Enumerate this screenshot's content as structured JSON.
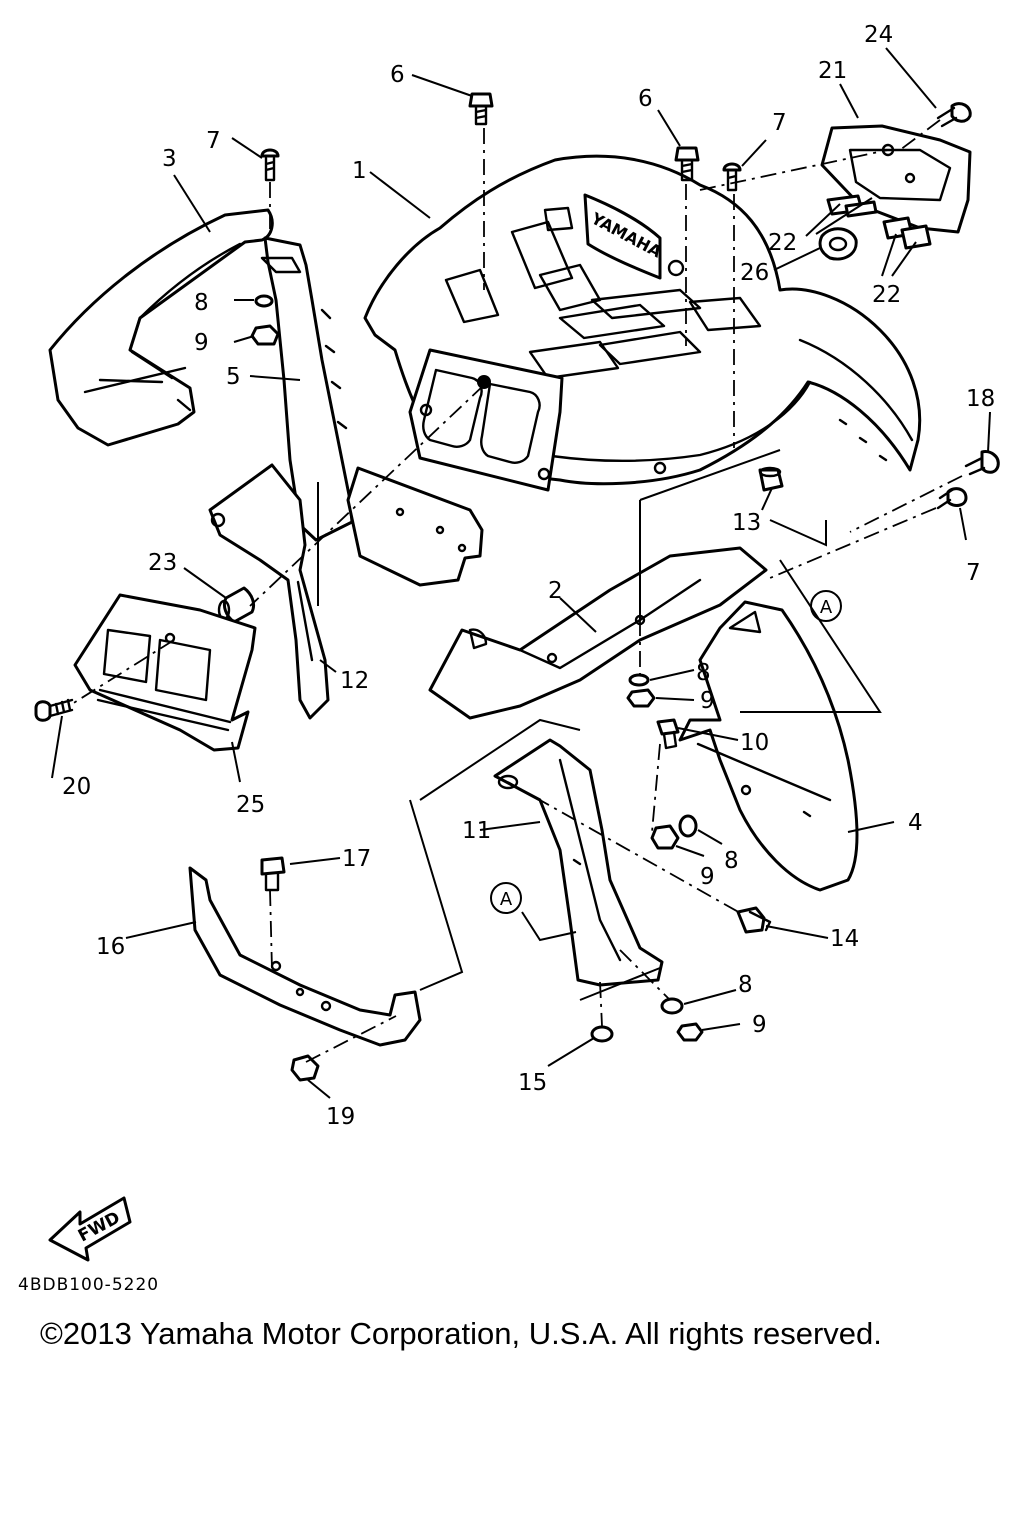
{
  "diagram": {
    "part_numbers": [
      "1",
      "2",
      "3",
      "4",
      "5",
      "6",
      "6",
      "7",
      "7",
      "7",
      "8",
      "8",
      "8",
      "8",
      "9",
      "9",
      "9",
      "9",
      "10",
      "11",
      "12",
      "13",
      "14",
      "15",
      "16",
      "17",
      "18",
      "19",
      "20",
      "21",
      "22",
      "22",
      "23",
      "24",
      "25",
      "26"
    ],
    "reference_letter": "A",
    "brand_mark": "YAMAHA",
    "fwd_label": "FWD",
    "diagram_code": "4BDB100-5220",
    "copyright": "©2013 Yamaha Motor Corporation, U.S.A. All rights reserved."
  }
}
